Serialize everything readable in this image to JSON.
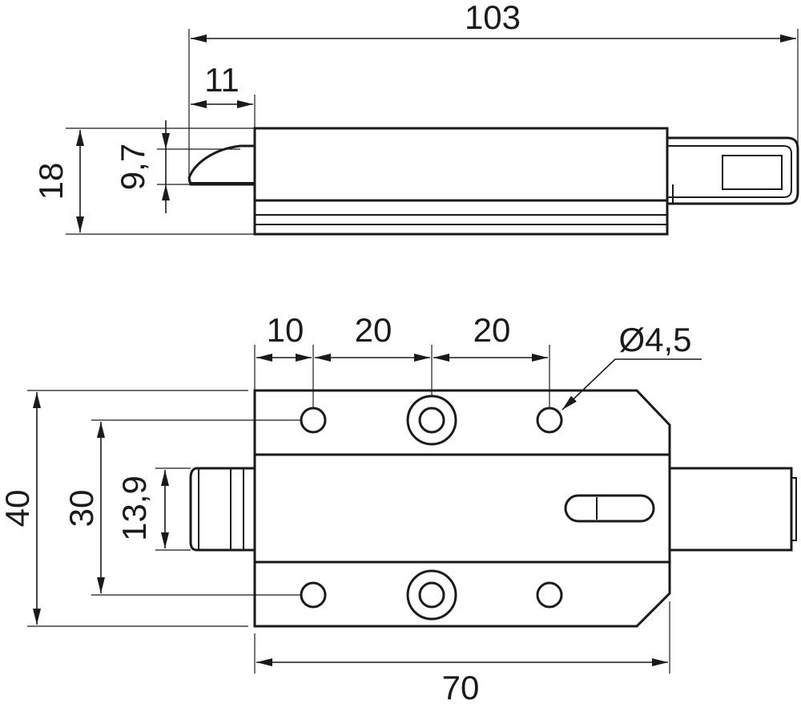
{
  "top_view": {
    "overall_length": "103",
    "bolt_tip_length": "11",
    "total_height": "18",
    "bolt_height": "9,7"
  },
  "front_view": {
    "hole_offset": "10",
    "hole_spacing_1": "20",
    "hole_spacing_2": "20",
    "hole_diameter": "Ø4,5",
    "total_height": "40",
    "hole_row_spacing": "30",
    "bolt_height": "13,9",
    "body_length": "70"
  }
}
